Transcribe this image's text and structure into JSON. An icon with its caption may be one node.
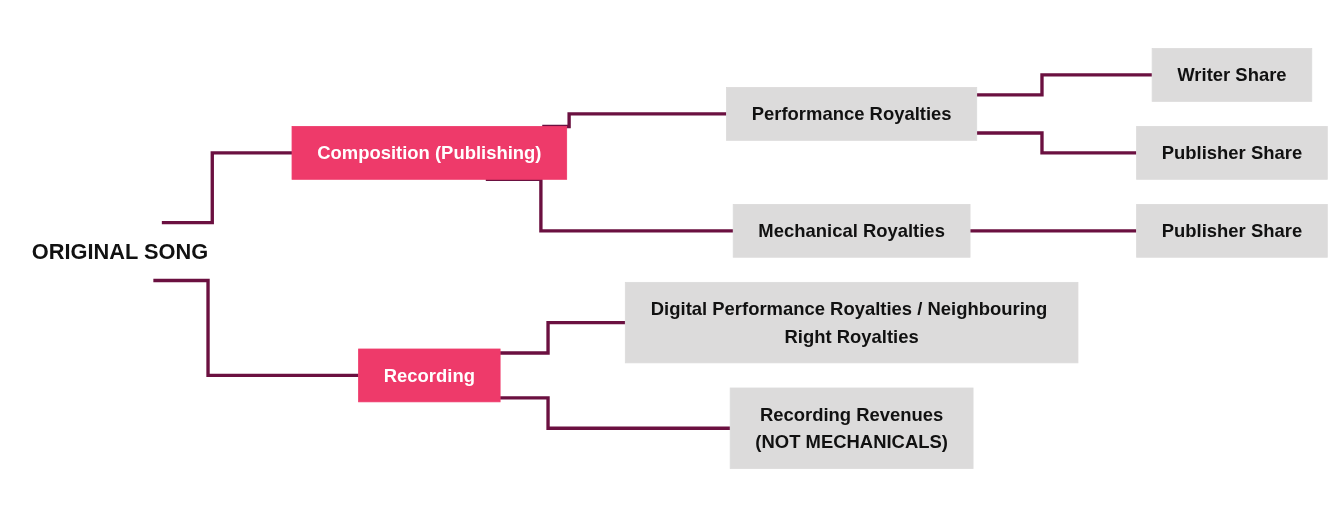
{
  "diagram": {
    "nodes": [
      {
        "text": [
          "ORIGINAL SONG"
        ]
      },
      {
        "text": [
          "Composition (Publishing)"
        ]
      },
      {
        "text": [
          "Performance Royalties"
        ]
      },
      {
        "text": [
          "Writer Share"
        ]
      },
      {
        "text": [
          "Publisher Share"
        ]
      },
      {
        "text": [
          "Mechanical Royalties"
        ]
      },
      {
        "text": [
          "Publisher Share"
        ]
      },
      {
        "text": [
          "Recording"
        ]
      },
      {
        "text": [
          "Digital Performance Royalties / Neighbouring Right Royalties"
        ]
      },
      {
        "text": [
          "Recording Revenues",
          "(NOT MECHANICALS)"
        ]
      }
    ],
    "edges": [
      {
        "from": 0,
        "to": 1,
        "arrow": "none"
      },
      {
        "from": 0,
        "to": 7,
        "arrow": "none"
      },
      {
        "from": 1,
        "to": 2,
        "arrow": "none"
      },
      {
        "from": 1,
        "to": 5,
        "arrow": "none"
      },
      {
        "from": 2,
        "to": 3,
        "arrow": "none"
      },
      {
        "from": 2,
        "to": 4,
        "arrow": "none"
      },
      {
        "from": 5,
        "to": 6,
        "arrow": "none"
      },
      {
        "from": 7,
        "to": 8,
        "arrow": "none"
      },
      {
        "from": 7,
        "to": 9,
        "arrow": "none"
      }
    ]
  }
}
